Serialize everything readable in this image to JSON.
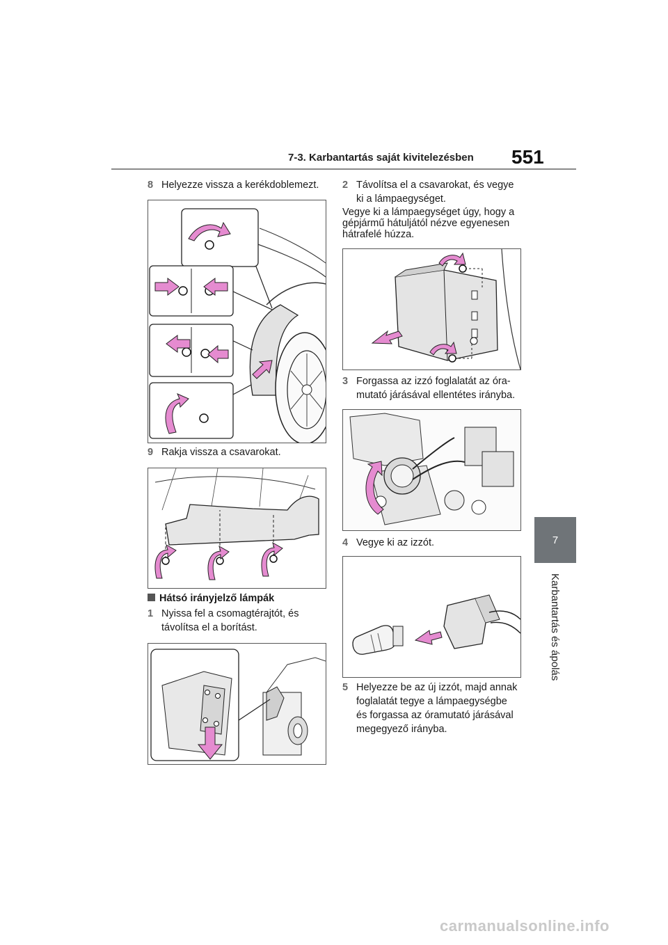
{
  "header": {
    "section_title": "7-3. Karbantartás saját kivitelezésben",
    "page_number": "551"
  },
  "side": {
    "chapter_number": "7",
    "chapter_title": "Karbantartás és ápolás"
  },
  "left": {
    "step8": {
      "num": "8",
      "text": "Helyezze vissza a kerékdoblemezt."
    },
    "step9": {
      "num": "9",
      "text": "Rakja vissza a csavarokat."
    },
    "subheading": "Hátsó irányjelző lámpák",
    "step1": {
      "num": "1",
      "line1": "Nyissa fel a csomagtérajtót, és",
      "line2": "távolítsa el a borítást."
    }
  },
  "right": {
    "step2": {
      "num": "2",
      "line1": "Távolítsa el a csavarokat, és vegye",
      "line2": "ki a lámpaegységet."
    },
    "note": {
      "line1": "Vegye ki a lámpaegységet úgy, hogy a",
      "line2": "gépjármű hátuljától nézve egyenesen",
      "line3": "hátrafelé húzza."
    },
    "step3": {
      "num": "3",
      "line1": "Forgassa az izzó foglalatát az óra-",
      "line2": "mutató járásával ellentétes irányba."
    },
    "step4": {
      "num": "4",
      "text": "Vegye ki az izzót."
    },
    "step5": {
      "num": "5",
      "line1": "Helyezze be az új izzót, majd annak",
      "line2": "foglalatát tegye a lámpaegységbe",
      "line3": "és forgassa az óramutató járásával",
      "line4": "megegyező irányba."
    }
  },
  "colors": {
    "arrow": "#e58bd0",
    "line": "#222222",
    "tab": "#6f7478"
  },
  "watermark": "carmanualsonline.info"
}
